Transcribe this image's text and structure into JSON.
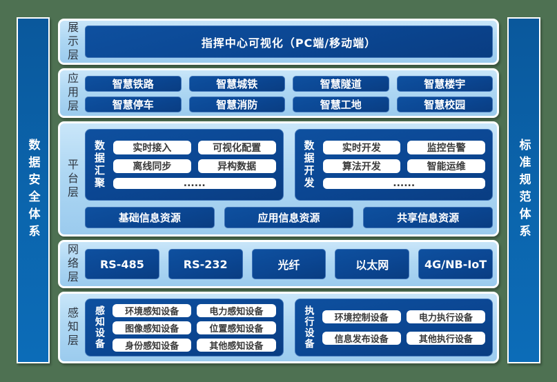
{
  "colors": {
    "background_green": "#4e7152",
    "panel_light_blue": "#aed7f3",
    "box_navy": "#0b4692",
    "side_bar_blue": "#0b65ad",
    "white_box": "#ffffff"
  },
  "side_bars": {
    "left": {
      "label": "数据安全体系"
    },
    "right": {
      "label": "标准规范体系"
    }
  },
  "layers": [
    {
      "label": "展示层",
      "title_bar": "指挥中心可视化（PC端/移动端）"
    },
    {
      "label": "应用层",
      "buttons": [
        "智慧铁路",
        "智慧城铁",
        "智慧隧道",
        "智慧楼宇",
        "智慧停车",
        "智慧消防",
        "智慧工地",
        "智慧校园"
      ]
    },
    {
      "label": "平台层",
      "groups": [
        {
          "label": "数据汇聚",
          "items": [
            "实时接入",
            "可视化配置",
            "离线同步",
            "异构数据",
            "......"
          ]
        },
        {
          "label": "数据开发",
          "items": [
            "实时开发",
            "监控告警",
            "算法开发",
            "智能运维",
            "......"
          ]
        }
      ],
      "resources": [
        "基础信息资源",
        "应用信息资源",
        "共享信息资源"
      ]
    },
    {
      "label": "网络层",
      "buttons": [
        "RS-485",
        "RS-232",
        "光纤",
        "以太网",
        "4G/NB-IoT"
      ]
    },
    {
      "label": "感知层",
      "groups": [
        {
          "label": "感知设备",
          "items": [
            "环境感知设备",
            "电力感知设备",
            "图像感知设备",
            "位置感知设备",
            "身份感知设备",
            "其他感知设备"
          ]
        },
        {
          "label": "执行设备",
          "items": [
            "环境控制设备",
            "电力执行设备",
            "信息发布设备",
            "其他执行设备"
          ]
        }
      ]
    }
  ]
}
